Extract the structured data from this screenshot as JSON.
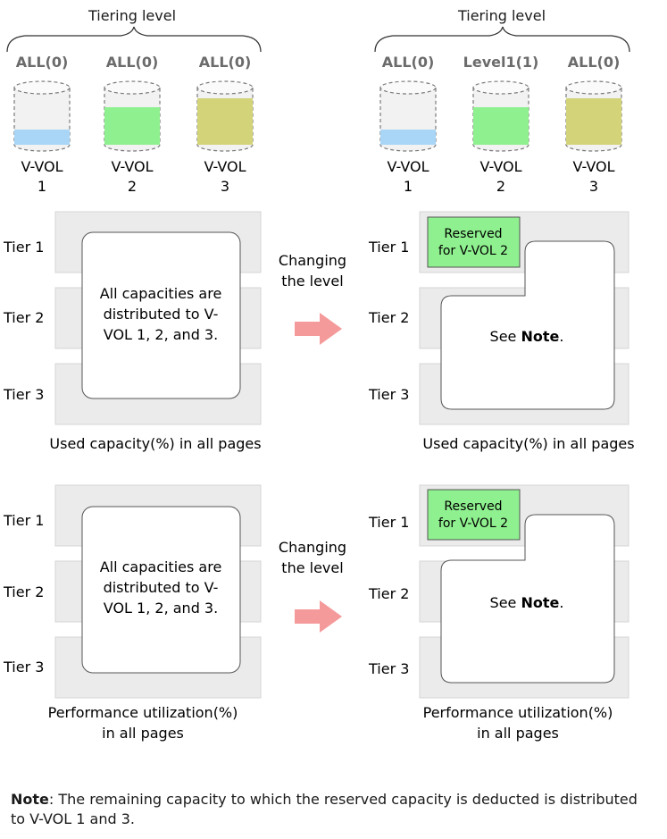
{
  "colors": {
    "blue_fill": "#a9d6f7",
    "green_fill": "#8ff08f",
    "olive_fill": "#d3d37a",
    "tier_bg": "#ebebeb",
    "arrow": "#f59a9a",
    "reserved_fill": "#8ff08f"
  },
  "before": {
    "tiering_level_label": "Tiering level",
    "volumes": [
      {
        "level": "ALL(0)",
        "name_line1": "V-VOL",
        "name_line2": "1",
        "fill_color": "blue",
        "fill_fraction": 0.22
      },
      {
        "level": "ALL(0)",
        "name_line1": "V-VOL",
        "name_line2": "2",
        "fill_color": "green",
        "fill_fraction": 0.7
      },
      {
        "level": "ALL(0)",
        "name_line1": "V-VOL",
        "name_line2": "3",
        "fill_color": "olive",
        "fill_fraction": 0.85
      }
    ]
  },
  "after": {
    "tiering_level_label": "Tiering level",
    "volumes": [
      {
        "level": "ALL(0)",
        "name_line1": "V-VOL",
        "name_line2": "1",
        "fill_color": "blue",
        "fill_fraction": 0.22
      },
      {
        "level": "Level1(1)",
        "name_line1": "V-VOL",
        "name_line2": "2",
        "fill_color": "green",
        "fill_fraction": 0.7
      },
      {
        "level": "ALL(0)",
        "name_line1": "V-VOL",
        "name_line2": "3",
        "fill_color": "olive",
        "fill_fraction": 0.85
      }
    ]
  },
  "tiers": [
    "Tier 1",
    "Tier 2",
    "Tier 3"
  ],
  "arrow_label_line1": "Changing",
  "arrow_label_line2": "the level",
  "left_box_lines": [
    "All capacities are",
    "distributed to V-",
    "VOL 1, 2, and 3."
  ],
  "reserved_line1": "Reserved",
  "reserved_line2": "for V-VOL 2",
  "see_note_prefix": "See ",
  "see_note_bold": "Note",
  "see_note_suffix": ".",
  "diagram1": {
    "caption_left": "Used capacity(%) in all pages",
    "caption_right": "Used capacity(%) in all pages"
  },
  "diagram2": {
    "caption_left_line1": "Performance utilization(%)",
    "caption_left_line2": "in all pages",
    "caption_right_line1": "Performance utilization(%)",
    "caption_right_line2": "in all pages"
  },
  "note": {
    "label": "Note",
    "text": ": The remaining capacity to which the reserved capacity is deducted is distributed to V-VOL 1 and 3."
  }
}
